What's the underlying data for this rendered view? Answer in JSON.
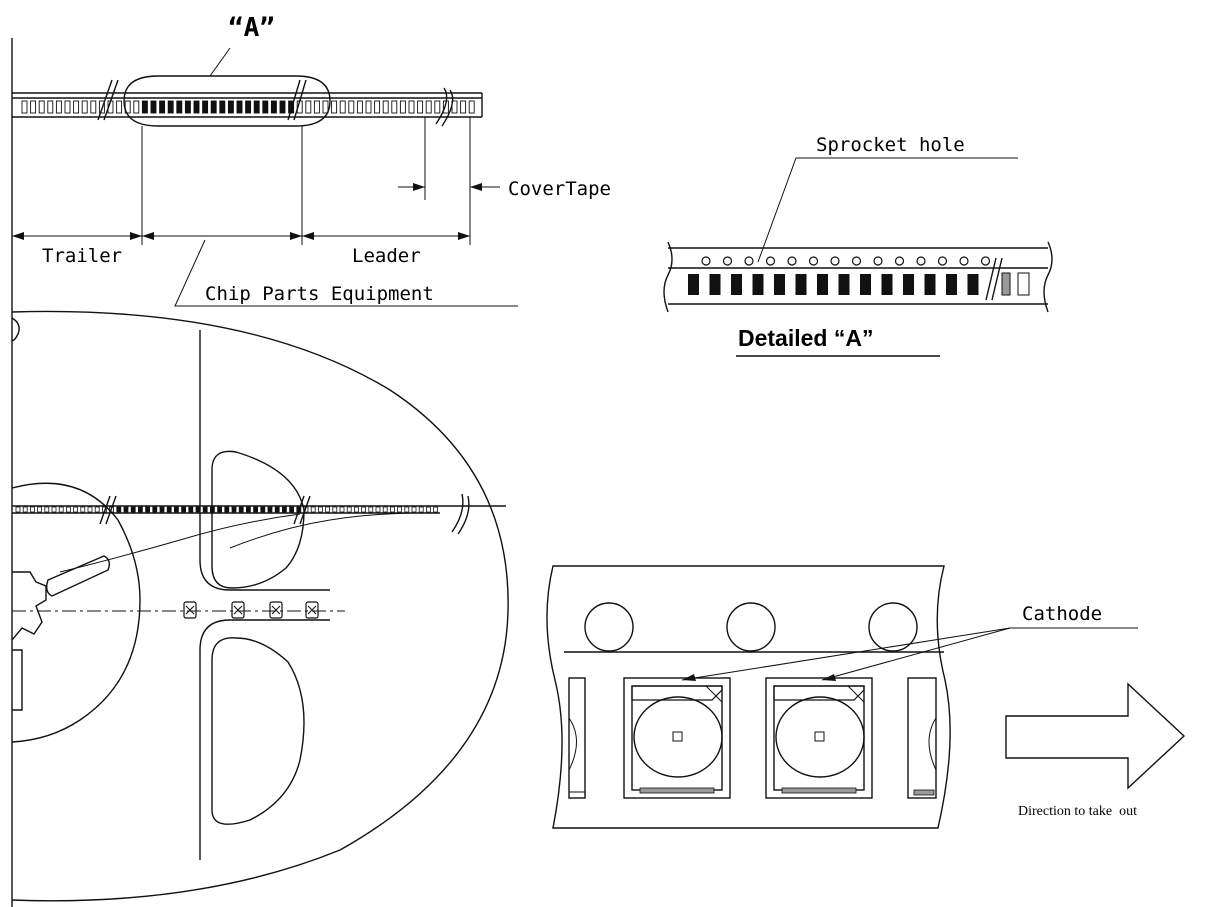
{
  "labels": {
    "a_marker": "“A”",
    "trailer": "Trailer",
    "leader": "Leader",
    "cover_tape": "CoverTape",
    "chip_parts": "Chip Parts Equipment",
    "sprocket_hole": "Sprocket hole",
    "detailed_a": "Detailed “A”",
    "cathode": "Cathode",
    "direction": "Direction to take  out"
  },
  "colors": {
    "line": "#111111",
    "background": "#ffffff",
    "pocket_fill": "#111111",
    "gray_fill": "#9a9a9a"
  },
  "icons": {
    "direction_arrow": "hollow-right-arrow",
    "break_mark": "double-slash-break"
  }
}
